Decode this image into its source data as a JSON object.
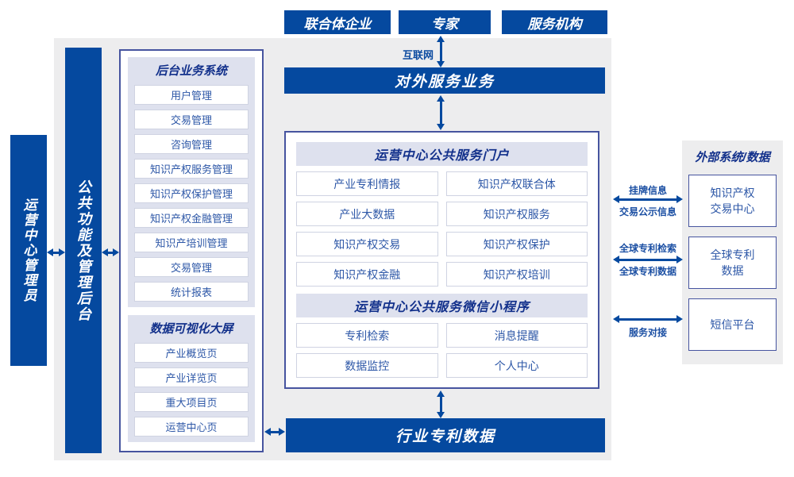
{
  "colors": {
    "accent_blue": "#05499f",
    "panel_border": "#46549f",
    "light_header_bg": "#dee1ee",
    "canvas_gray": "#ededee",
    "item_text_blue": "#2d57a7",
    "header_text_navy": "#12308b"
  },
  "top_actors": [
    {
      "label": "联合体企业"
    },
    {
      "label": "专家"
    },
    {
      "label": "服务机构"
    }
  ],
  "internet_label": "互联网",
  "external_service_bar": "对外服务业务",
  "admin_box": "运营中心管理员",
  "backend_bar": "公共功能及管理后台",
  "left_panel": {
    "groups": [
      {
        "title": "后台业务系统",
        "items": [
          "用户管理",
          "交易管理",
          "咨询管理",
          "知识产权服务管理",
          "知识产权保护管理",
          "知识产权金融管理",
          "知识产培训管理",
          "交易管理",
          "统计报表"
        ]
      },
      {
        "title": "数据可视化大屏",
        "items": [
          "产业概览页",
          "产业详览页",
          "重大项目页",
          "运营中心页"
        ]
      }
    ]
  },
  "center_panel": {
    "portal": {
      "title": "运营中心公共服务门户",
      "items": [
        "产业专利情报",
        "知识产权联合体",
        "产业大数据",
        "知识产权服务",
        "知识产权交易",
        "知识产权保护",
        "知识产权金融",
        "知识产权培训"
      ]
    },
    "miniprogram": {
      "title": "运营中心公共服务微信小程序",
      "items": [
        "专利检索",
        "消息提醒",
        "数据监控",
        "个人中心"
      ]
    }
  },
  "bottom_bar": "行业专利数据",
  "right_panel": {
    "title": "外部系统/数据",
    "systems": [
      {
        "line1": "知识产权",
        "line2": "交易中心"
      },
      {
        "line1": "全球专利",
        "line2": "数据"
      },
      {
        "line1": "短信平台",
        "line2": ""
      }
    ]
  },
  "connections": [
    {
      "top": "挂牌信息",
      "bottom": "交易公示信息"
    },
    {
      "top": "全球专利检索",
      "bottom": "全球专利数据"
    },
    {
      "top": "",
      "bottom": "服务对接"
    }
  ]
}
